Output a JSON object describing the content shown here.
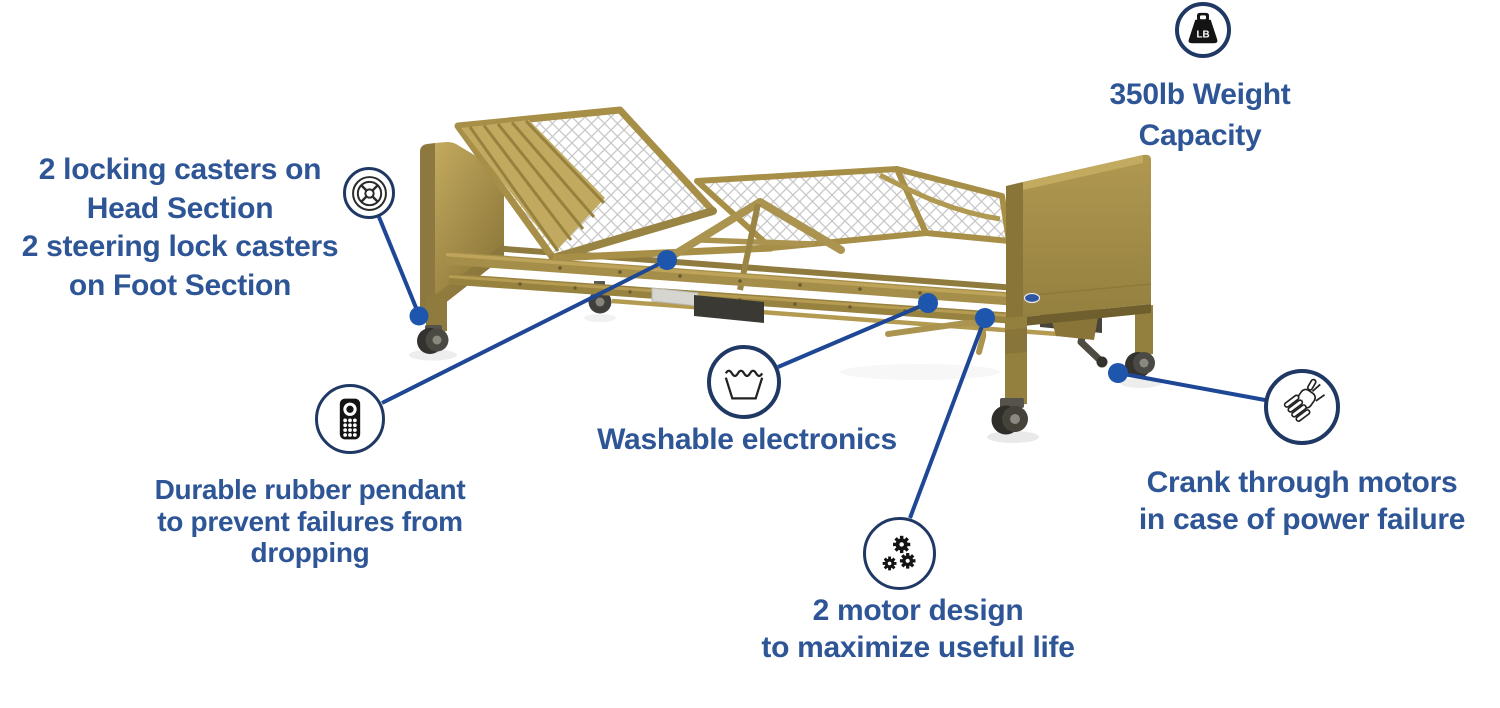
{
  "illustration": {
    "alt": "Tan semi-electric hospital bed frame with wire-mesh sleep deck, head and knee sections raised, headboard and footboard panels, four casters and a fold-down hand crank"
  },
  "colors": {
    "text_blue": "#2E5596",
    "circle_stroke_navy": "#1F3864",
    "connector_line_blue": "#1E4796",
    "connector_dot_blue": "#1E55AD",
    "bed_tan": "#A99250",
    "icon_black": "#141414",
    "mesh_gray": "#C7C7C7",
    "footboard_logo_blue": "#2F55A0"
  },
  "annotations": {
    "casters": {
      "icon": "caster-wheel-icon",
      "lines": [
        "2 locking casters on",
        "Head Section",
        "2 steering lock casters",
        "on Foot Section"
      ]
    },
    "weight": {
      "icon": "weight-lb-icon",
      "icon_label": "LB",
      "lines": [
        "350lb Weight",
        "Capacity"
      ]
    },
    "pendant": {
      "icon": "remote-pendant-icon",
      "lines": [
        "Durable rubber pendant",
        "to prevent failures from",
        "dropping"
      ]
    },
    "washable": {
      "icon": "wash-basin-icon",
      "lines": [
        "Washable electronics"
      ]
    },
    "motors": {
      "icon": "gears-icon",
      "lines": [
        "2 motor design",
        "to maximize useful life"
      ]
    },
    "crank": {
      "icon": "hand-crank-icon",
      "lines": [
        "Crank through motors",
        "in case of power failure"
      ]
    }
  }
}
